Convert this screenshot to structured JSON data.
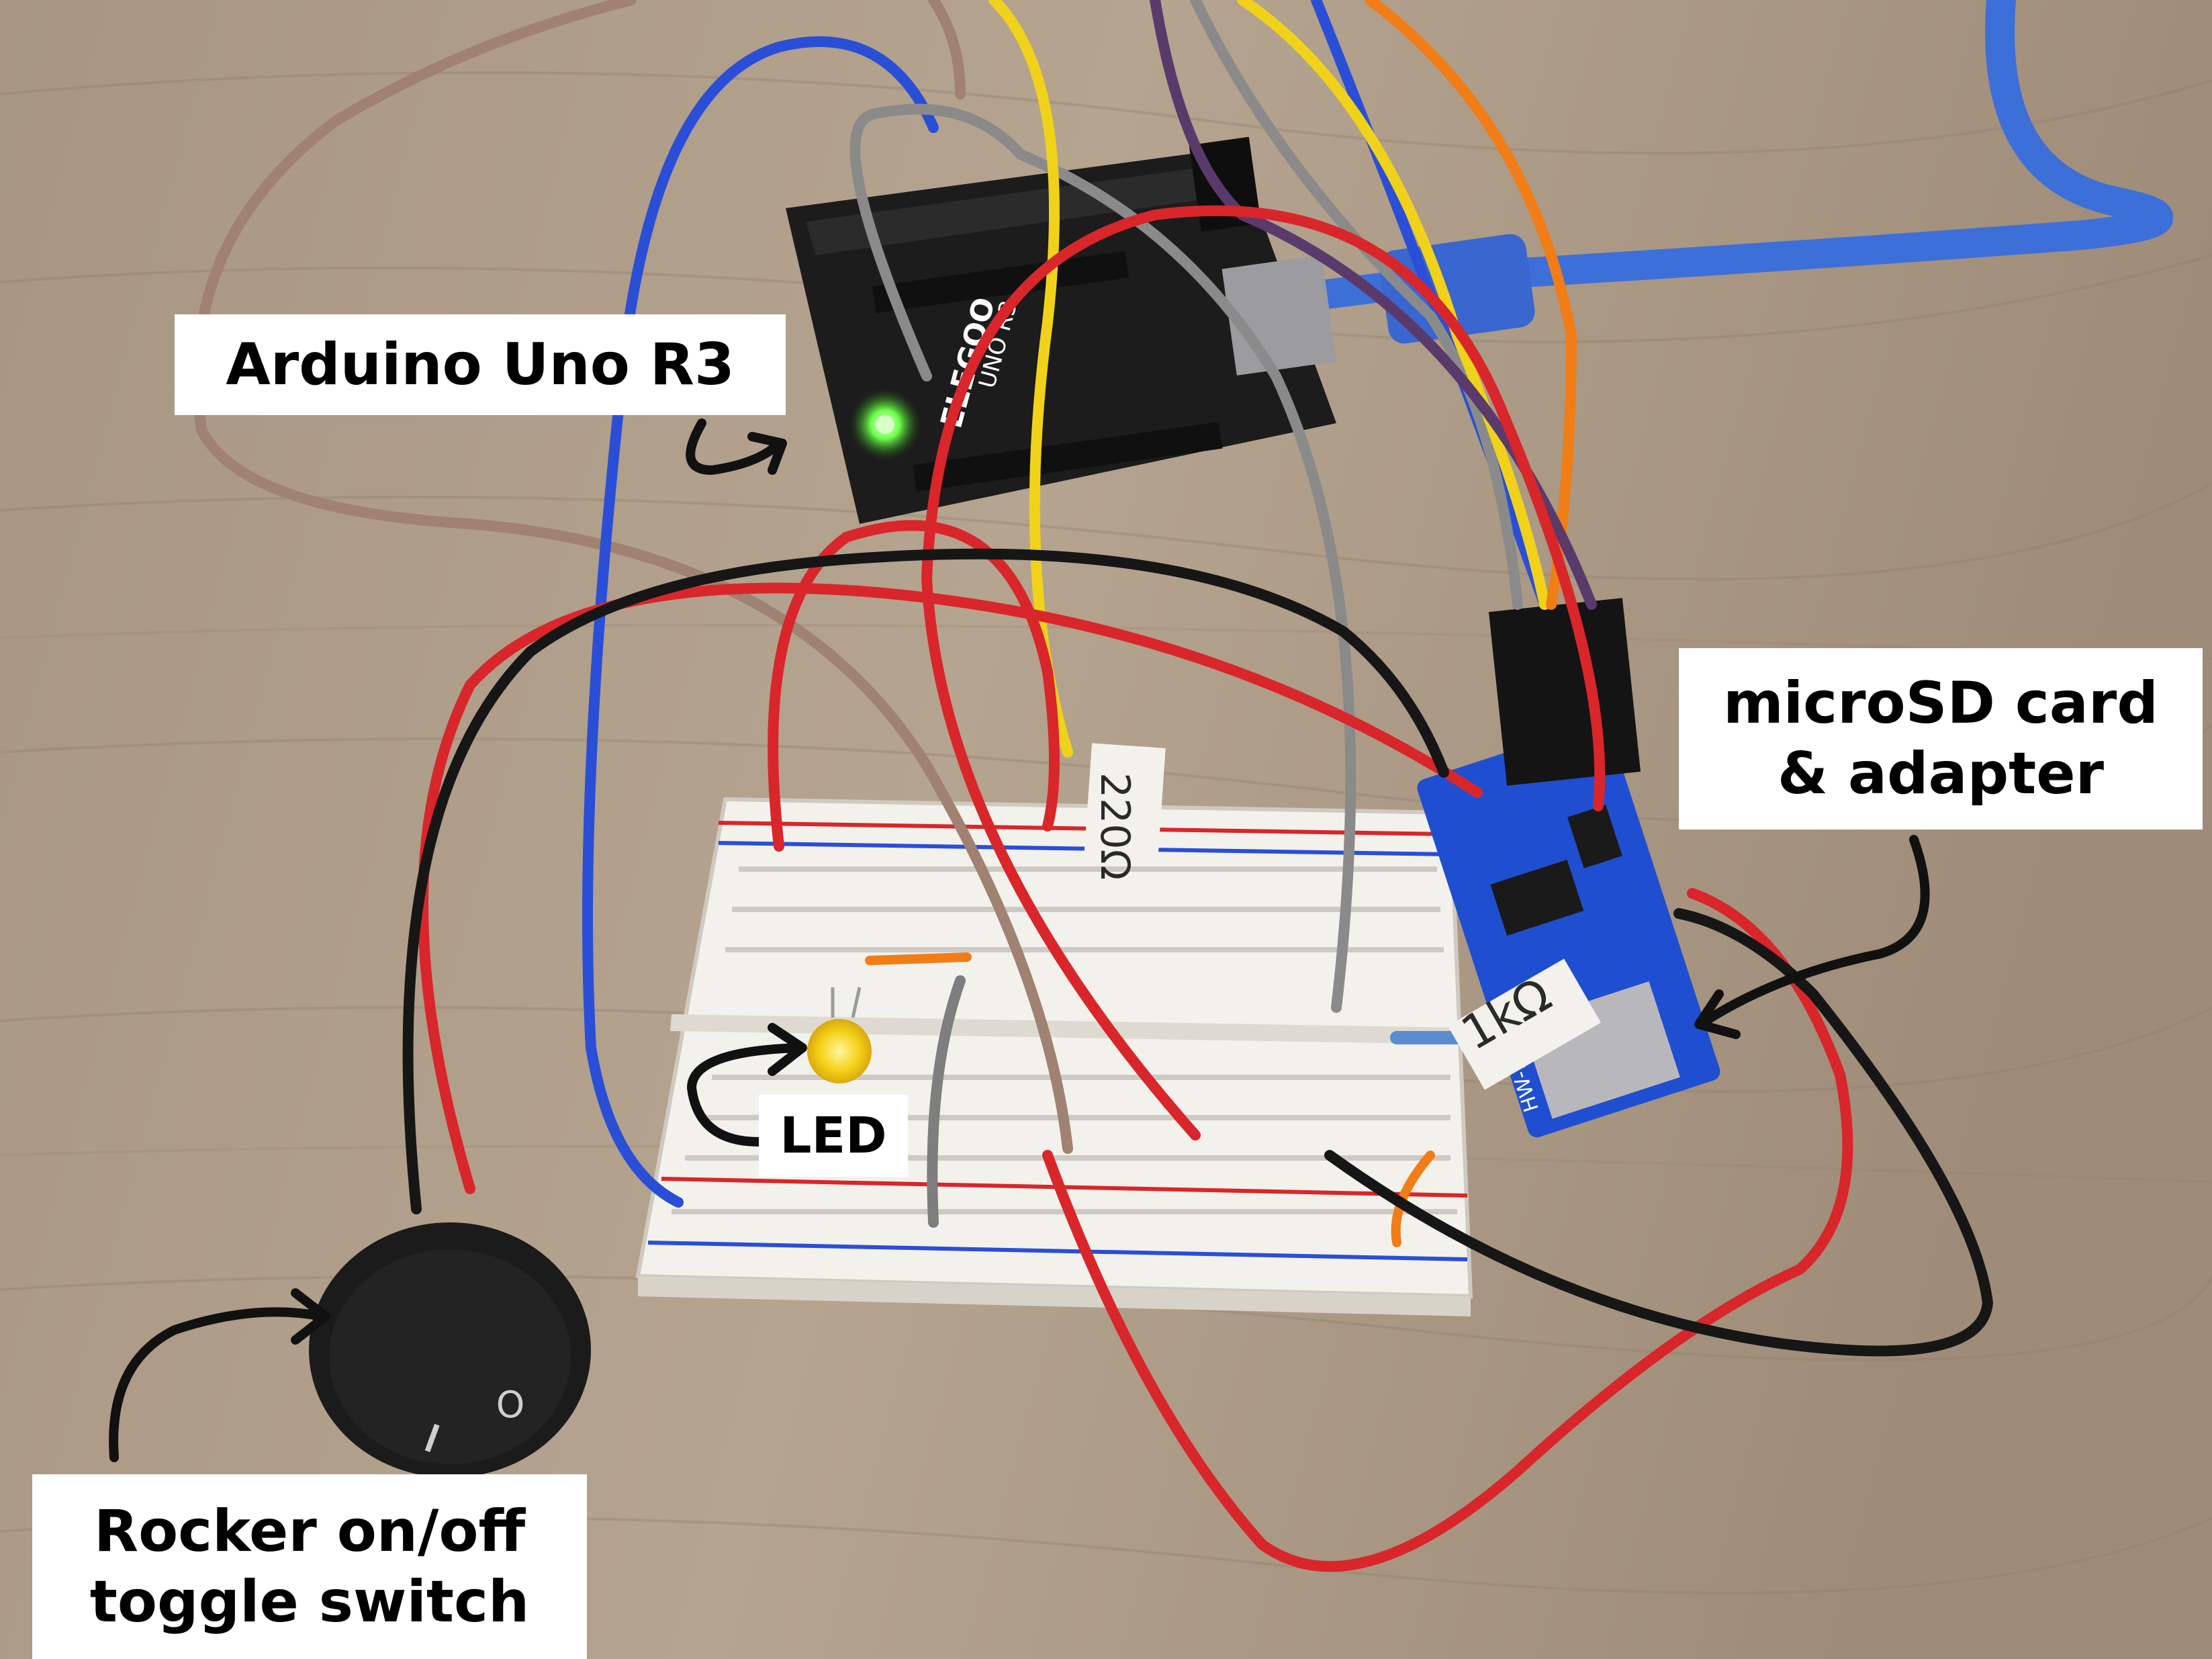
{
  "labels": {
    "arduino": "Arduino Uno R3",
    "microsd_line1": "microSD card",
    "microsd_line2": "& adapter",
    "led": "LED",
    "rocker_line1": "Rocker on/off",
    "rocker_line2": "toggle switch"
  },
  "handwritten": {
    "resistor_220": "220Ω",
    "resistor_1k": "1kΩ"
  },
  "board_markings": {
    "arduino_brand": "ELEGOO",
    "arduino_model": "UNO R3",
    "sd_module": "HW-125"
  },
  "colors": {
    "table": "#b09f8a",
    "breadboard": "#f3f1ec",
    "arduino_pcb": "#1c1c1c",
    "sd_module_pcb": "#1f4fd0",
    "usb_cable": "#3d6fd9",
    "wire_red": "#d8262b",
    "wire_black": "#161616",
    "wire_blue": "#2a4fd6",
    "wire_brown": "#a08172",
    "wire_gray": "#8a8a8a",
    "wire_yellow": "#f0d21a",
    "wire_orange": "#f07d16",
    "wire_purple": "#5a3a6a",
    "led": "#f5d21a",
    "rocker_switch": "#1b1b1b"
  }
}
